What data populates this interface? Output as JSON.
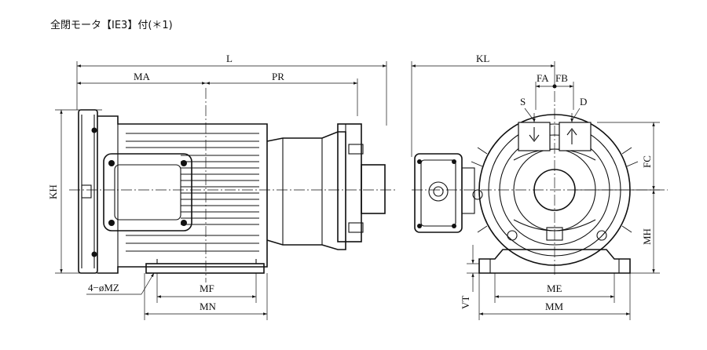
{
  "title": "全閉モータ【IE3】付(＊1)",
  "side_view": {
    "L": "L",
    "MA": "MA",
    "PR": "PR",
    "KH": "KH",
    "MZ": "4−øMZ",
    "MF": "MF",
    "MN": "MN"
  },
  "front_view": {
    "KL": "KL",
    "FA": "FA",
    "FB": "FB",
    "S": "S",
    "D": "D",
    "FC": "FC",
    "MH": "MH",
    "VT": "VT",
    "ME": "ME",
    "MM": "MM"
  },
  "colors": {
    "line": "#111111",
    "background": "#ffffff"
  },
  "icons": [
    "arrow-down-icon",
    "arrow-up-icon",
    "bolt-icon"
  ]
}
